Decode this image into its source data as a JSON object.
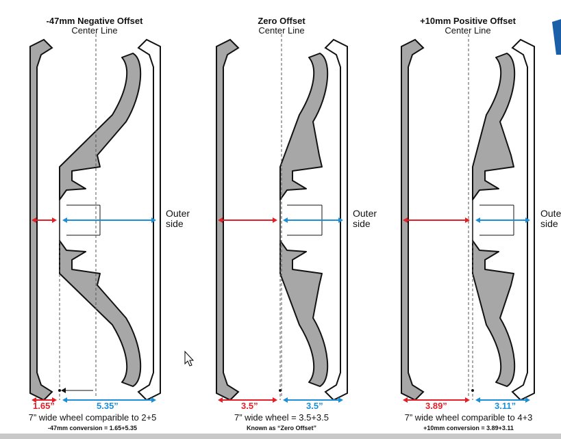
{
  "panels": [
    {
      "title": "-47mm Negative Offset",
      "subtitle": "Center Line",
      "outer_label_1": "Outer",
      "outer_label_2": "side",
      "left_value": "1.65”",
      "right_value": "5.35”",
      "caption": "7” wide wheel comparible to 2+5",
      "note": "-47mm conversion = 1.65+5.35"
    },
    {
      "title": "Zero Offset",
      "subtitle": "Center Line",
      "outer_label_1": "Outer",
      "outer_label_2": "side",
      "left_value": "3.5”",
      "right_value": "3.5”",
      "caption": "7” wide wheel = 3.5+3.5",
      "note": "Known as “Zero Offset”"
    },
    {
      "title": "+10mm Positive Offset",
      "subtitle": "Center Line",
      "outer_label_1": "Outer",
      "outer_label_2": "side",
      "left_value": "3.89”",
      "right_value": "3.11”",
      "caption": "7” wide wheel comparible to 4+3",
      "note": "+10mm conversion = 3.89+3.11"
    }
  ],
  "colors": {
    "red": "#e41e26",
    "blue": "#1a8fd8",
    "rim_fill": "#a7a7a7",
    "stroke": "#111111"
  }
}
